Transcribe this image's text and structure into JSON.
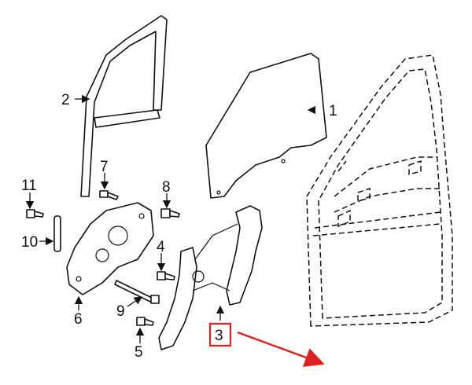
{
  "callouts": [
    {
      "id": "1",
      "label": "1"
    },
    {
      "id": "2",
      "label": "2"
    },
    {
      "id": "3",
      "label": "3"
    },
    {
      "id": "4",
      "label": "4"
    },
    {
      "id": "5",
      "label": "5"
    },
    {
      "id": "6",
      "label": "6"
    },
    {
      "id": "7",
      "label": "7"
    },
    {
      "id": "8",
      "label": "8"
    },
    {
      "id": "9",
      "label": "9"
    },
    {
      "id": "10",
      "label": "10"
    },
    {
      "id": "11",
      "label": "11"
    }
  ],
  "highlight": {
    "label": "3",
    "color": "#e02020"
  }
}
